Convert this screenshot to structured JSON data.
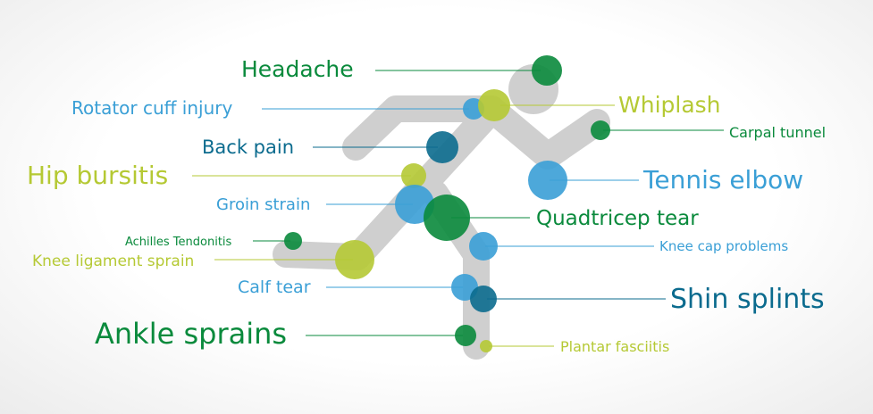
{
  "colors": {
    "green": "#0a8a3c",
    "lightblue": "#3a9fd6",
    "darkblue": "#0b6b8e",
    "lime": "#b5c934",
    "figure": "#cfcfcf"
  },
  "labels": [
    {
      "text": "Headache",
      "color": "green"
    },
    {
      "text": "Rotator cuff injury",
      "color": "lightblue"
    },
    {
      "text": "Whiplash",
      "color": "lime"
    },
    {
      "text": "Carpal tunnel",
      "color": "green"
    },
    {
      "text": "Back pain",
      "color": "darkblue"
    },
    {
      "text": "Hip bursitis",
      "color": "lime"
    },
    {
      "text": "Tennis elbow",
      "color": "lightblue"
    },
    {
      "text": "Groin strain",
      "color": "lightblue"
    },
    {
      "text": "Quadtricep tear",
      "color": "green"
    },
    {
      "text": "Achilles Tendonitis",
      "color": "green"
    },
    {
      "text": "Knee cap problems",
      "color": "lightblue"
    },
    {
      "text": "Knee ligament sprain",
      "color": "lime"
    },
    {
      "text": "Calf tear",
      "color": "lightblue"
    },
    {
      "text": "Shin splints",
      "color": "darkblue"
    },
    {
      "text": "Ankle sprains",
      "color": "green"
    },
    {
      "text": "Plantar fasciitis",
      "color": "lime"
    }
  ]
}
